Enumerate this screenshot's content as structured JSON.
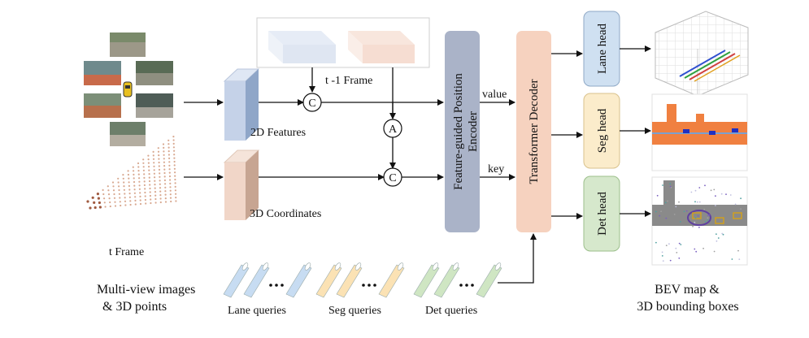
{
  "labels": {
    "input_caption_line1": "Multi-view images",
    "input_caption_line2": "& 3D points",
    "t_frame": "t  Frame",
    "prev_frame": "t -1 Frame",
    "features_2d": "2D Features",
    "coords_3d": "3D Coordinates",
    "value": "value",
    "key": "key",
    "op_concat": "C",
    "op_add": "A",
    "encoder_line1": "Feature-guided Position",
    "encoder_line2": "Encoder",
    "decoder": "Transformer  Decoder",
    "lane_head": "Lane head",
    "seg_head": "Seg head",
    "det_head": "Det head",
    "lane_queries": "Lane queries",
    "seg_queries": "Seg queries",
    "det_queries": "Det queries",
    "output_caption_line1": "BEV map &",
    "output_caption_line2": "3D bounding boxes"
  },
  "colors": {
    "features": "#c5d2e8",
    "coords": "#f1d6c8",
    "encoder": "#aab3c8",
    "decoder": "#f6d2bf",
    "lane_head": "#cfe0f1",
    "seg_head": "#fbeccb",
    "det_head": "#d6e8cc",
    "lane_query": "#c7dcf2",
    "seg_query": "#fbe2b4",
    "det_query": "#cfe6c3",
    "seg_map": "#f08040",
    "det_map": "#8a8a8a"
  }
}
